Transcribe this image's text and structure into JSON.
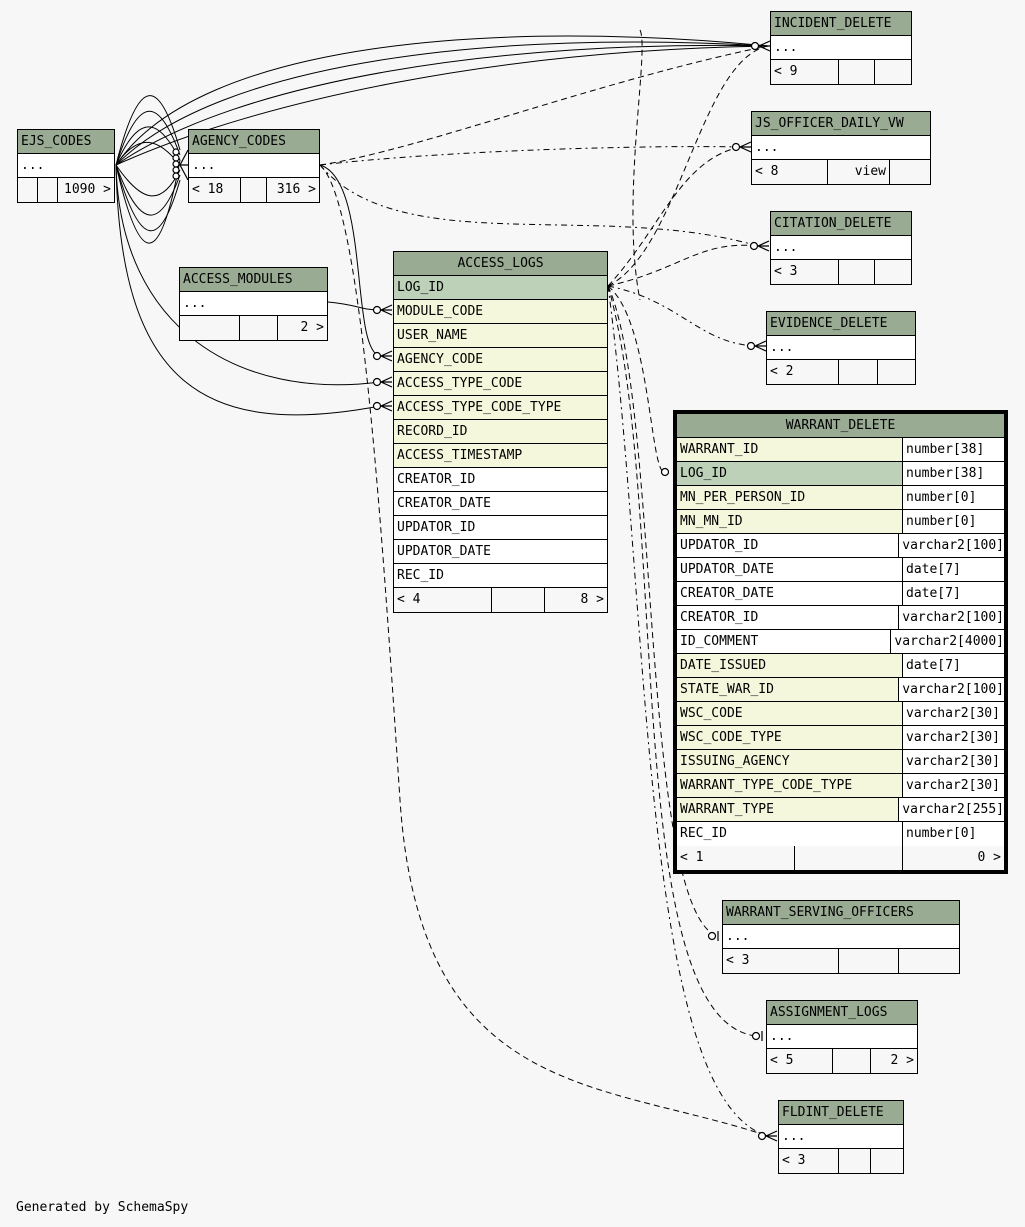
{
  "footer": "Generated by SchemaSpy",
  "tables": {
    "ejs_codes": {
      "name": "EJS_CODES",
      "body": "...",
      "parents": "",
      "cols": "",
      "children": "1090 >"
    },
    "agency_codes": {
      "name": "AGENCY_CODES",
      "body": "...",
      "parents": "< 18",
      "cols": "",
      "children": "316 >"
    },
    "access_modules": {
      "name": "ACCESS_MODULES",
      "body": "...",
      "parents": "",
      "cols": "",
      "children": "2 >"
    },
    "incident_delete": {
      "name": "INCIDENT_DELETE",
      "body": "...",
      "parents": "< 9",
      "cols": "",
      "children": ""
    },
    "js_officer_daily_vw": {
      "name": "JS_OFFICER_DAILY_VW",
      "body": "...",
      "parents": "< 8",
      "cols": "view",
      "children": ""
    },
    "citation_delete": {
      "name": "CITATION_DELETE",
      "body": "...",
      "parents": "< 3",
      "cols": "",
      "children": ""
    },
    "evidence_delete": {
      "name": "EVIDENCE_DELETE",
      "body": "...",
      "parents": "< 2",
      "cols": "",
      "children": ""
    },
    "warrant_serving_officers": {
      "name": "WARRANT_SERVING_OFFICERS",
      "body": "...",
      "parents": "< 3",
      "cols": "",
      "children": ""
    },
    "assignment_logs": {
      "name": "ASSIGNMENT_LOGS",
      "body": "...",
      "parents": "< 5",
      "cols": "",
      "children": "2 >"
    },
    "fldint_delete": {
      "name": "FLDINT_DELETE",
      "body": "...",
      "parents": "< 3",
      "cols": "",
      "children": ""
    },
    "access_logs": {
      "name": "ACCESS_LOGS",
      "columns": [
        "LOG_ID",
        "MODULE_CODE",
        "USER_NAME",
        "AGENCY_CODE",
        "ACCESS_TYPE_CODE",
        "ACCESS_TYPE_CODE_TYPE",
        "RECORD_ID",
        "ACCESS_TIMESTAMP",
        "CREATOR_ID",
        "CREATOR_DATE",
        "UPDATOR_ID",
        "UPDATOR_DATE",
        "REC_ID"
      ],
      "parents": "< 4",
      "mid": "",
      "children": "8 >"
    },
    "warrant_delete": {
      "name": "WARRANT_DELETE",
      "columns": [
        {
          "name": "WARRANT_ID",
          "type": "number[38]"
        },
        {
          "name": "LOG_ID",
          "type": "number[38]"
        },
        {
          "name": "MN_PER_PERSON_ID",
          "type": "number[0]"
        },
        {
          "name": "MN_MN_ID",
          "type": "number[0]"
        },
        {
          "name": "UPDATOR_ID",
          "type": "varchar2[100]"
        },
        {
          "name": "UPDATOR_DATE",
          "type": "date[7]"
        },
        {
          "name": "CREATOR_DATE",
          "type": "date[7]"
        },
        {
          "name": "CREATOR_ID",
          "type": "varchar2[100]"
        },
        {
          "name": "ID_COMMENT",
          "type": "varchar2[4000]"
        },
        {
          "name": "DATE_ISSUED",
          "type": "date[7]"
        },
        {
          "name": "STATE_WAR_ID",
          "type": "varchar2[100]"
        },
        {
          "name": "WSC_CODE",
          "type": "varchar2[30]"
        },
        {
          "name": "WSC_CODE_TYPE",
          "type": "varchar2[30]"
        },
        {
          "name": "ISSUING_AGENCY",
          "type": "varchar2[30]"
        },
        {
          "name": "WARRANT_TYPE_CODE_TYPE",
          "type": "varchar2[30]"
        },
        {
          "name": "WARRANT_TYPE",
          "type": "varchar2[255]"
        },
        {
          "name": "REC_ID",
          "type": "number[0]"
        }
      ],
      "parents": "< 1",
      "mid": "",
      "children": "0 >"
    }
  }
}
